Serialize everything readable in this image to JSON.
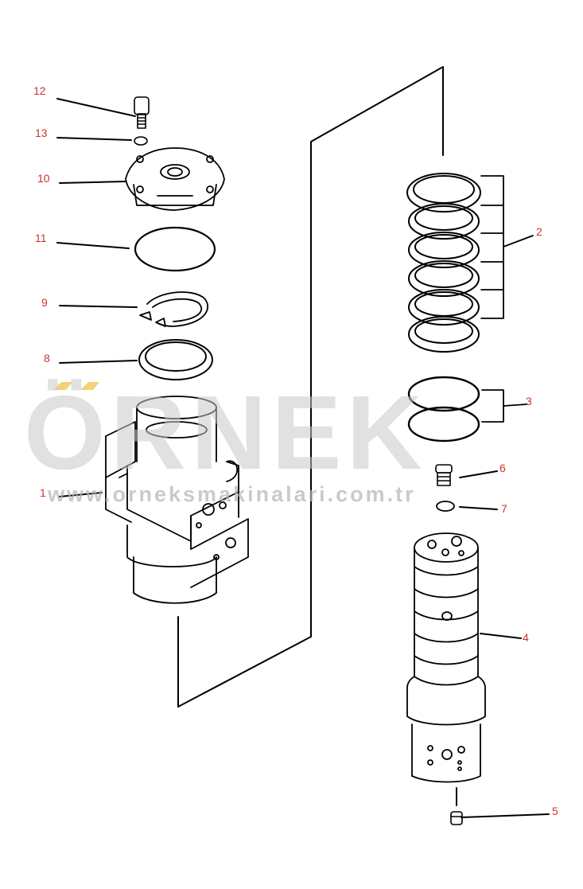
{
  "callouts": {
    "c1": "1",
    "c2": "2",
    "c3": "3",
    "c4": "4",
    "c5": "5",
    "c6": "6",
    "c7": "7",
    "c8": "8",
    "c9": "9",
    "c10": "10",
    "c11": "11",
    "c12": "12",
    "c13": "13"
  },
  "watermark": {
    "brand": "ÖRNEK",
    "url": "www.orneksmakinalari.com.tr"
  },
  "colors": {
    "line": "#000000",
    "callout": "#d03030",
    "watermark": "#c8c8c8",
    "watermark_accent": "#f2d27a"
  }
}
